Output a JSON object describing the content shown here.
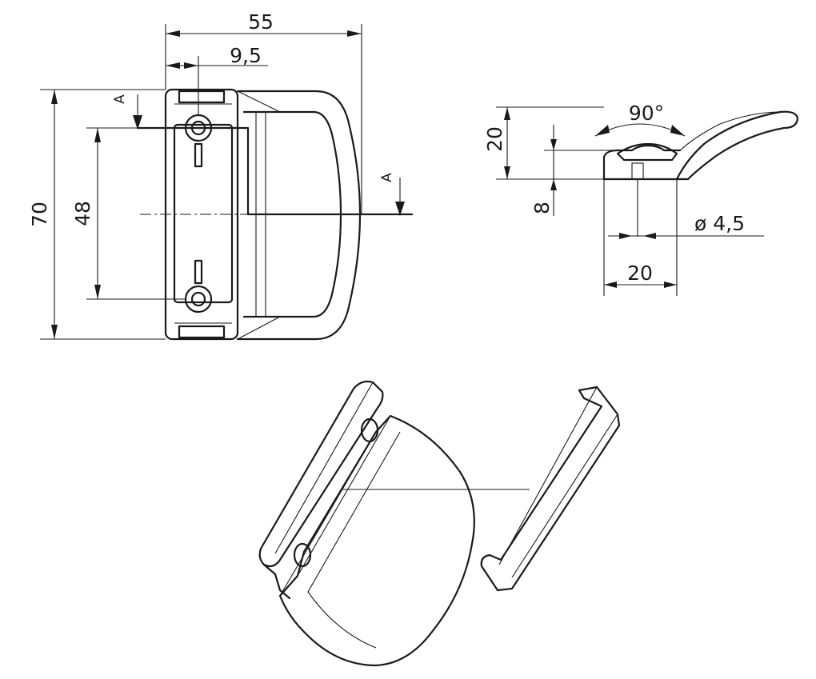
{
  "front_view": {
    "dim_width": "55",
    "dim_offset": "9,5",
    "dim_height": "70",
    "dim_hole_spacing": "48",
    "section_mark": "A"
  },
  "side_view": {
    "dim_angle": "90°",
    "dim_height_total": "20",
    "dim_depth": "8",
    "dim_hole_diameter": "ø 4,5",
    "dim_base_width": "20"
  }
}
